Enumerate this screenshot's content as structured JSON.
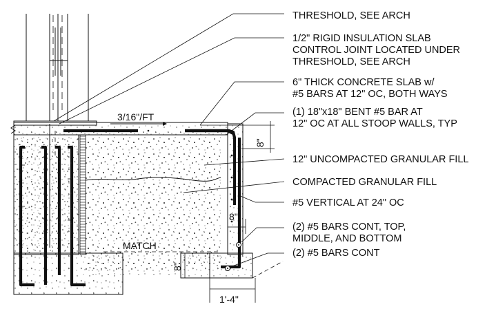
{
  "notes": {
    "threshold": "THRESHOLD, SEE ARCH",
    "insulation": [
      "1/2\" RIGID INSULATION SLAB",
      "CONTROL JOINT LOCATED UNDER",
      "THRESHOLD, SEE ARCH"
    ],
    "slab": [
      "6\" THICK CONCRETE SLAB w/",
      "#5 BARS AT 12\" OC, BOTH WAYS"
    ],
    "bent_bar": [
      "(1) 18\"x18\" BENT #5 BAR AT",
      "12\" OC AT ALL STOOP WALLS, TYP"
    ],
    "uncompacted_fill": "12\" UNCOMPACTED GRANULAR FILL",
    "compacted_fill": "COMPACTED GRANULAR FILL",
    "vertical_bar": "#5 VERTICAL AT 24\" OC",
    "cont_bars": [
      "(2) #5 BARS CONT, TOP,",
      "MIDDLE, AND BOTTOM"
    ],
    "footing_bars": "(2) #5 BARS CONT"
  },
  "dimensions": {
    "slope": "3/16\"/FT",
    "slab_thickness": "8\"",
    "wall_width": "8\"",
    "footing_depth": "8\"",
    "footing_width": "1'-4\""
  },
  "labels": {
    "match": "MATCH"
  }
}
